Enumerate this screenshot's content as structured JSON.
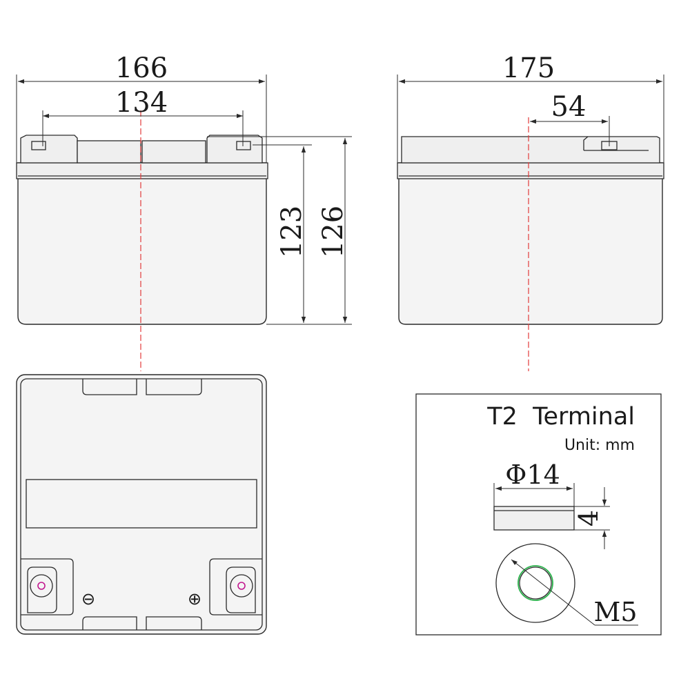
{
  "front_view": {
    "overall_width": "166",
    "terminal_spacing": "134",
    "height_body": "123",
    "height_total": "126"
  },
  "side_view": {
    "overall_length": "175",
    "terminal_offset": "54"
  },
  "top_view": {
    "negative_symbol": "⊖",
    "positive_symbol": "⊕"
  },
  "terminal_detail": {
    "title": "T2  Terminal",
    "unit": "Unit: mm",
    "diameter": "Φ14",
    "height": "4",
    "bolt": "M5"
  },
  "colors": {
    "centerline": "#e23a3a",
    "terminal_hole": "#c2188f",
    "bolt_ring": "#2bb24c"
  }
}
